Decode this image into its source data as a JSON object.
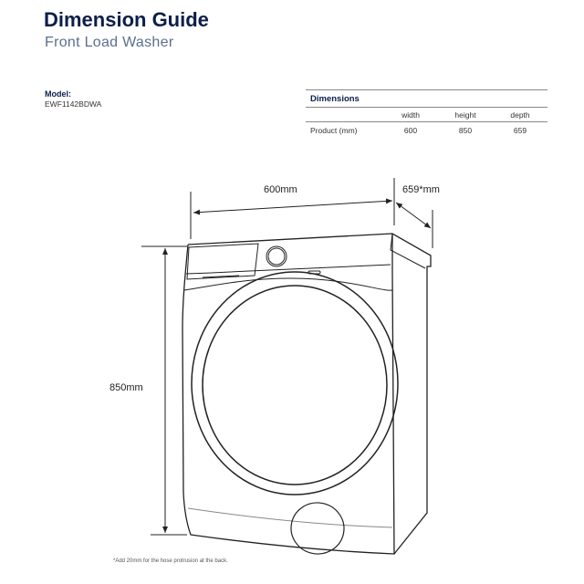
{
  "header": {
    "title": "Dimension Guide",
    "subtitle": "Front Load Washer"
  },
  "model": {
    "label": "Model:",
    "value": "EWF1142BDWA"
  },
  "table": {
    "title": "Dimensions",
    "columns": [
      "width",
      "height",
      "depth"
    ],
    "rows": [
      {
        "label": "Product (mm)",
        "values": [
          "600",
          "850",
          "659"
        ]
      }
    ]
  },
  "diagram": {
    "width_label": "600mm",
    "depth_label": "659*mm",
    "height_label": "850mm"
  },
  "footnote": "*Add 20mm for the hose protrusion at the back."
}
